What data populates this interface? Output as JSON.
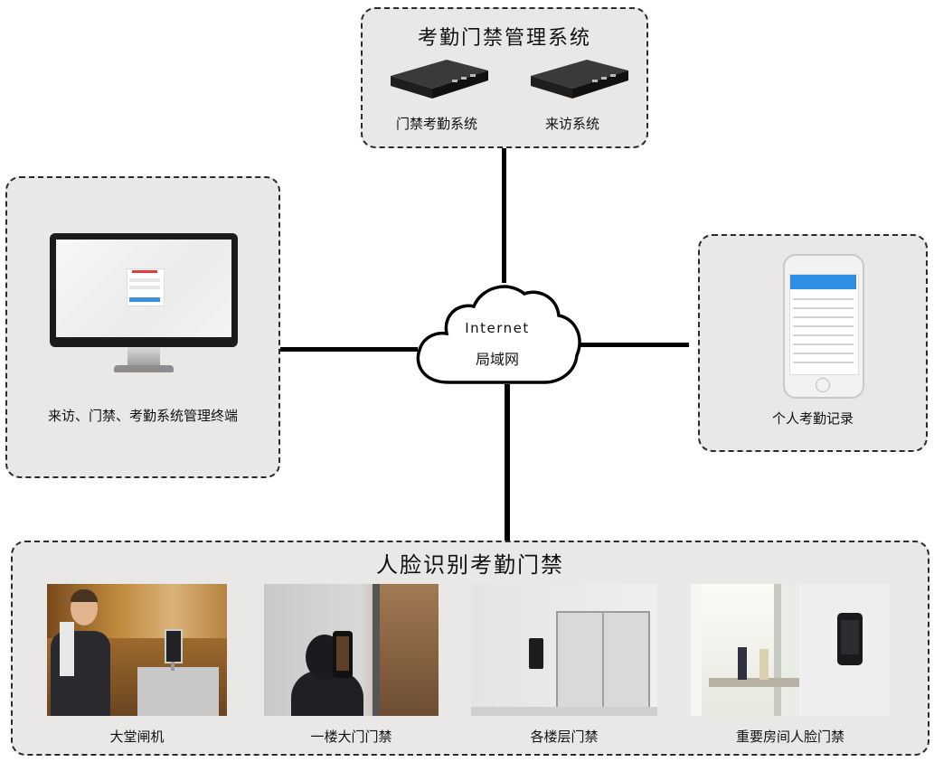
{
  "top_box": {
    "title": "考勤门禁管理系统",
    "item1": "门禁考勤系统",
    "item2": "来访系统"
  },
  "left_box": {
    "label": "来访、门禁、考勤系统管理终端"
  },
  "right_box": {
    "label": "个人考勤记录"
  },
  "cloud": {
    "line1": "Internet",
    "line2": "局域网"
  },
  "bottom_box": {
    "title": "人脸识别考勤门禁",
    "captions": [
      "大堂闸机",
      "一楼大门门禁",
      "各楼层门禁",
      "重要房间人脸门禁"
    ]
  },
  "colors": {
    "panel_bg": "#eae7e7",
    "border": "#2b2b2b",
    "line": "#000000"
  }
}
